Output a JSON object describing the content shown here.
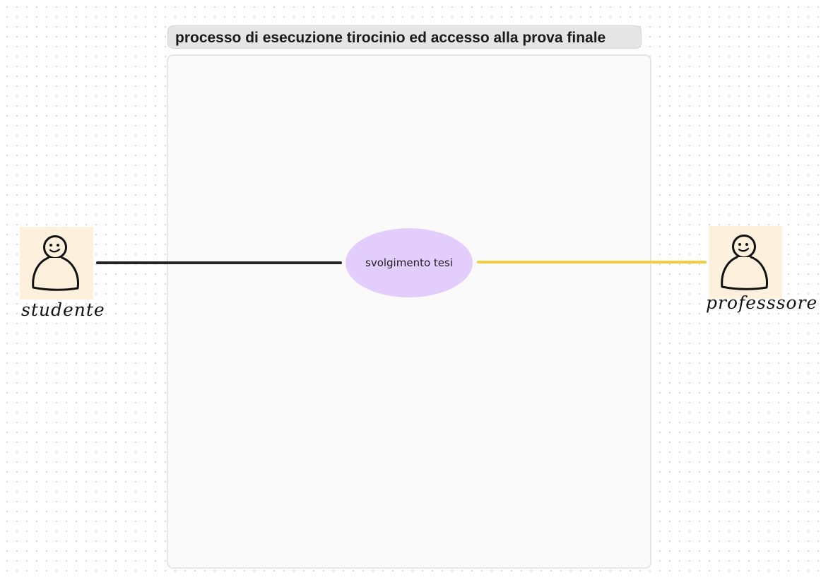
{
  "frame": {
    "title": "processo di esecuzione tirocinio ed accesso alla prova finale"
  },
  "actors": {
    "student": {
      "label": "studente",
      "icon": "person-icon"
    },
    "professor": {
      "label": "professsore",
      "icon": "person-icon"
    }
  },
  "usecase": {
    "label": "svolgimento tesi"
  },
  "connectors": {
    "student_line_color": "#222222",
    "professor_line_color": "#f5cc3f"
  },
  "colors": {
    "actor_card": "#fdf1dd",
    "usecase_fill": "#e3cdfd",
    "frame_fill": "#fafafa",
    "frame_title_fill": "#e5e5e5"
  }
}
